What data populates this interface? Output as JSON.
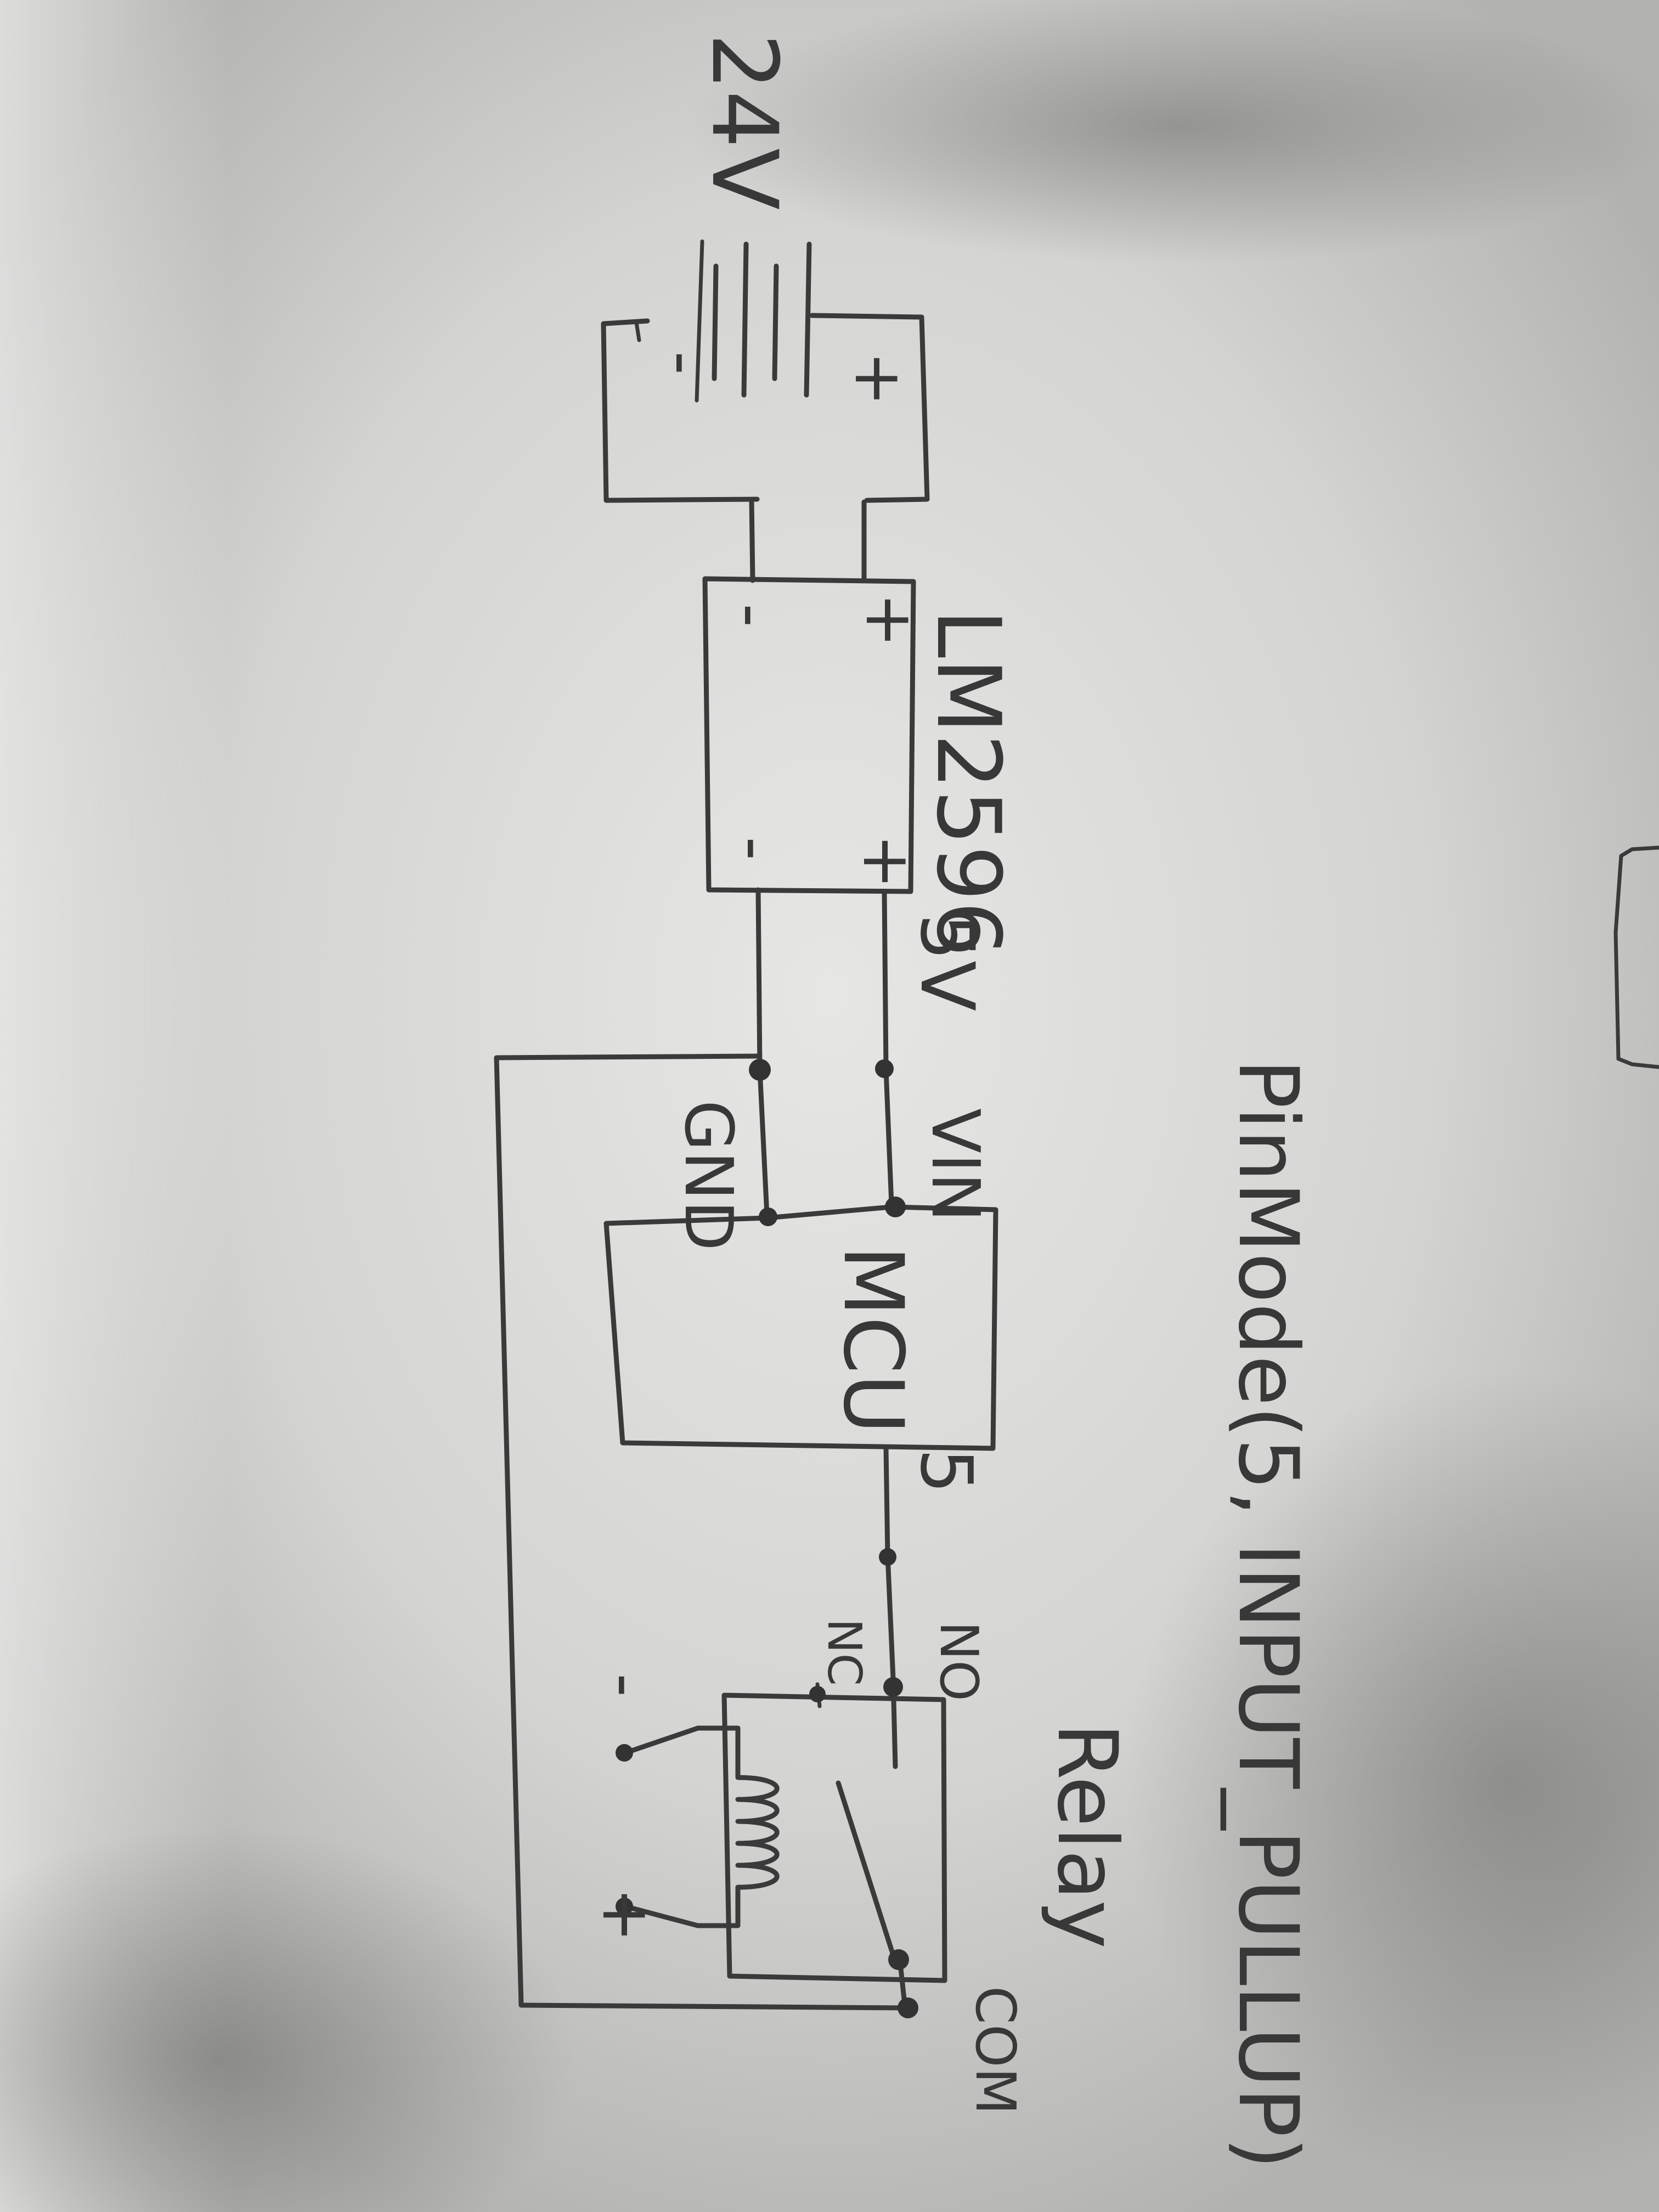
{
  "source": {
    "voltage_label": "24V",
    "plus": "+",
    "minus": "-"
  },
  "regulator": {
    "name": "LM2596",
    "in_plus": "+",
    "in_minus": "-",
    "out_plus": "+",
    "out_minus": "-",
    "output_voltage": "5V"
  },
  "mcu": {
    "name": "MCU",
    "vin_label": "VIN",
    "gnd_label": "GND",
    "pin_label": "5"
  },
  "code_note": "PinMode(5, INPUT_PULLUP)",
  "relay": {
    "name": "Relay",
    "no_label": "NO",
    "nc_label": "NC",
    "com_label": "COM",
    "coil_plus": "+",
    "coil_minus": "-"
  }
}
